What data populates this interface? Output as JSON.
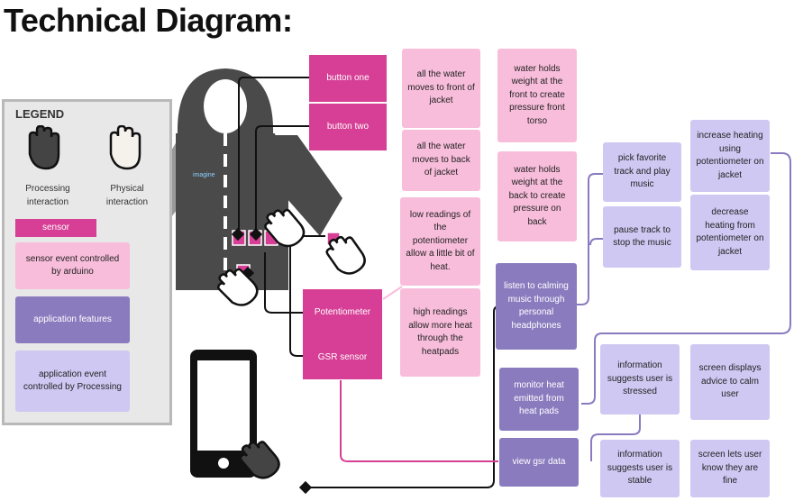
{
  "title": "Technical Diagram:",
  "legend": {
    "title": "LEGEND",
    "processing_label": "Processing interaction",
    "physical_label": "Physical interaction",
    "sensor": "sensor",
    "sensor_event": "sensor event controlled by arduino",
    "app_features": "application features",
    "app_event": "application event controlled by Processing"
  },
  "jacket_text": "imagine",
  "sensors": {
    "button_one": "button one",
    "button_two": "button two",
    "potentiometer": "Potentiometer",
    "gsr": "GSR sensor"
  },
  "sensor_events": {
    "water_front": "all the water moves to front of jacket",
    "water_back": "all the water moves to back of jacket",
    "low_readings": "low readings of the potentiometer allow a little bit of heat.",
    "high_readings": "high readings allow more heat through the heatpads"
  },
  "outcomes": {
    "front_pressure": "water holds weight at the front to create pressure front torso",
    "back_pressure": "water holds weight at the back to create pressure on back"
  },
  "features": {
    "listen": "listen to calming music through personal headphones",
    "monitor": "monitor heat emitted from heat pads",
    "gsr_data": "view gsr data"
  },
  "app_events": {
    "pick_track": "pick favorite track and play music",
    "pause_track": "pause track to stop the music",
    "increase_heat": "increase heating using potentiometer on jacket",
    "decrease_heat": "decrease heating from potentiometer on jacket",
    "stressed": "information suggests user is stressed",
    "advice": "screen displays advice to calm user",
    "stable": "information suggests user is stable",
    "fine": "screen lets user know they are fine"
  },
  "colors": {
    "sensor": "#d63f95",
    "sensor_event": "#f8bddb",
    "feature": "#8a7bbf",
    "app_event": "#cfc8f3",
    "jacket": "#4a4a4a",
    "legend_bg": "#e8e8e8"
  },
  "icons": [
    "hand-icon",
    "hoodie-icon",
    "phone-icon",
    "diamond-node-icon"
  ]
}
